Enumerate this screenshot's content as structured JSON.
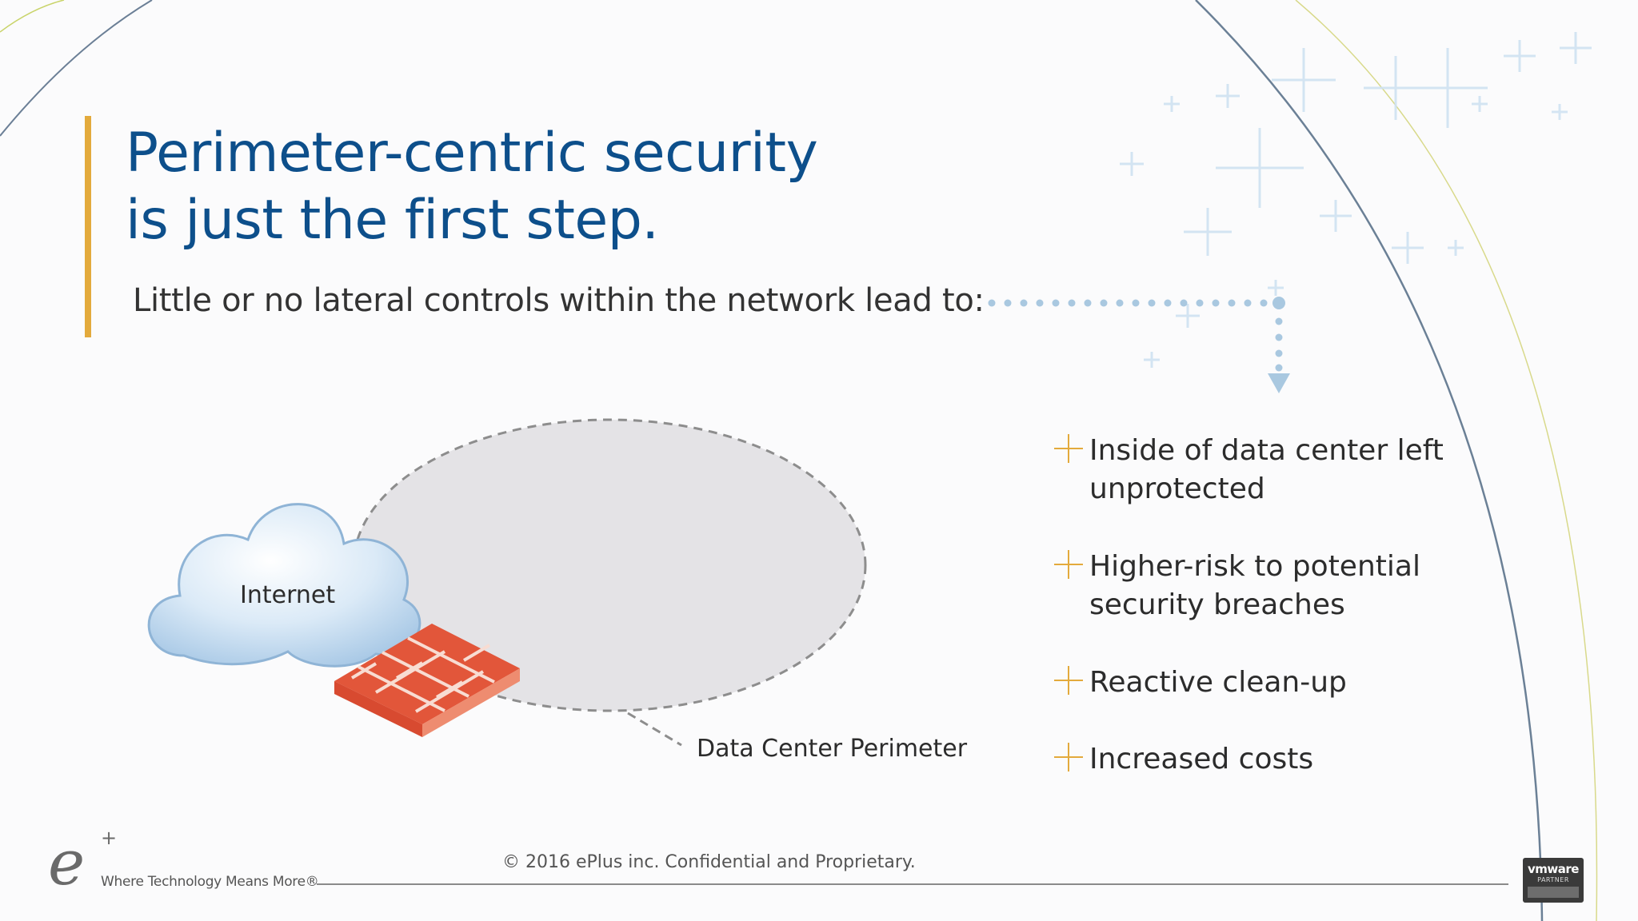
{
  "slide": {
    "title_lines": [
      "Perimeter-centric security",
      "is just the first step."
    ],
    "subtitle": "Little or no lateral controls within the network lead to:"
  },
  "diagram": {
    "internet_label": "Internet",
    "perimeter_label": "Data Center Perimeter"
  },
  "bullets": [
    "Inside of data center left unprotected",
    "Higher-risk to potential security breaches",
    "Reactive clean-up",
    "Increased costs"
  ],
  "footer": {
    "logo_letter": "e",
    "logo_plus": "+",
    "tagline": "Where Technology Means More®",
    "copyright": "© 2016 ePlus inc. Confidential and Proprietary.",
    "partner_brand": "vmware",
    "partner_badge": "PARTNER"
  },
  "colors": {
    "title": "#0d4f8b",
    "accent": "#e3aa3c",
    "perimeter_fill": "#e4e3e6",
    "firewall": "#e2563a",
    "cloud": "#cfe3f5",
    "dotted_arrow": "#a9c8e0"
  }
}
